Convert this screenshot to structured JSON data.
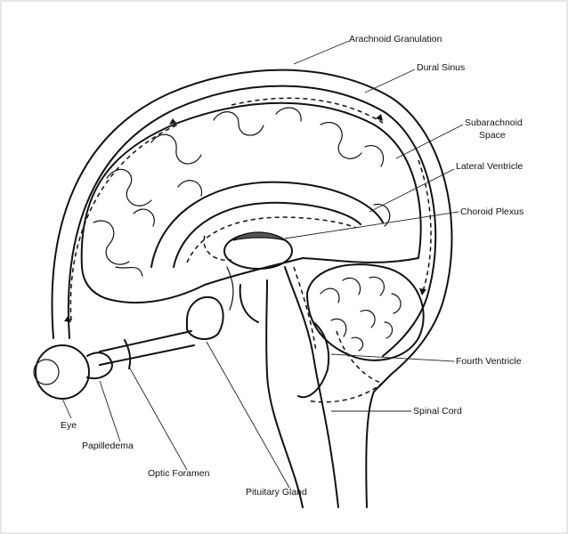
{
  "labels": {
    "arachnoid_granulation": "Arachnoid Granulation",
    "dural_sinus": "Dural Sinus",
    "subarachnoid_line1": "Subarachnoid",
    "subarachnoid_line2": "Space",
    "lateral_ventricle": "Lateral Ventricle",
    "choroid_plexus": "Choroid Plexus",
    "fourth_ventricle": "Fourth Ventricle",
    "spinal_cord": "Spinal Cord",
    "eye": "Eye",
    "papilledema": "Papilledema",
    "optic_foramen": "Optic Foramen",
    "pituitary_gland": "Pituitary Gland"
  }
}
